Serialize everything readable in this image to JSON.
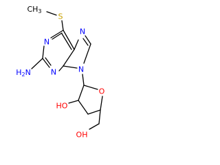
{
  "colors": {
    "background": "#ffffff",
    "bond": "#000000",
    "carbon": "#000000",
    "nitrogen": "#0000ff",
    "oxygen": "#ff0000",
    "sulfur": "#c8a000"
  },
  "molecule": {
    "atoms": {
      "methyl": "CH3",
      "sulfur": "S",
      "n1": "N",
      "n3": "N",
      "n7": "N",
      "n9": "N",
      "amino": "H2N",
      "ring_oxygen": "O",
      "hydroxyl_2": "HO",
      "hydroxyl_5": "OH"
    }
  }
}
